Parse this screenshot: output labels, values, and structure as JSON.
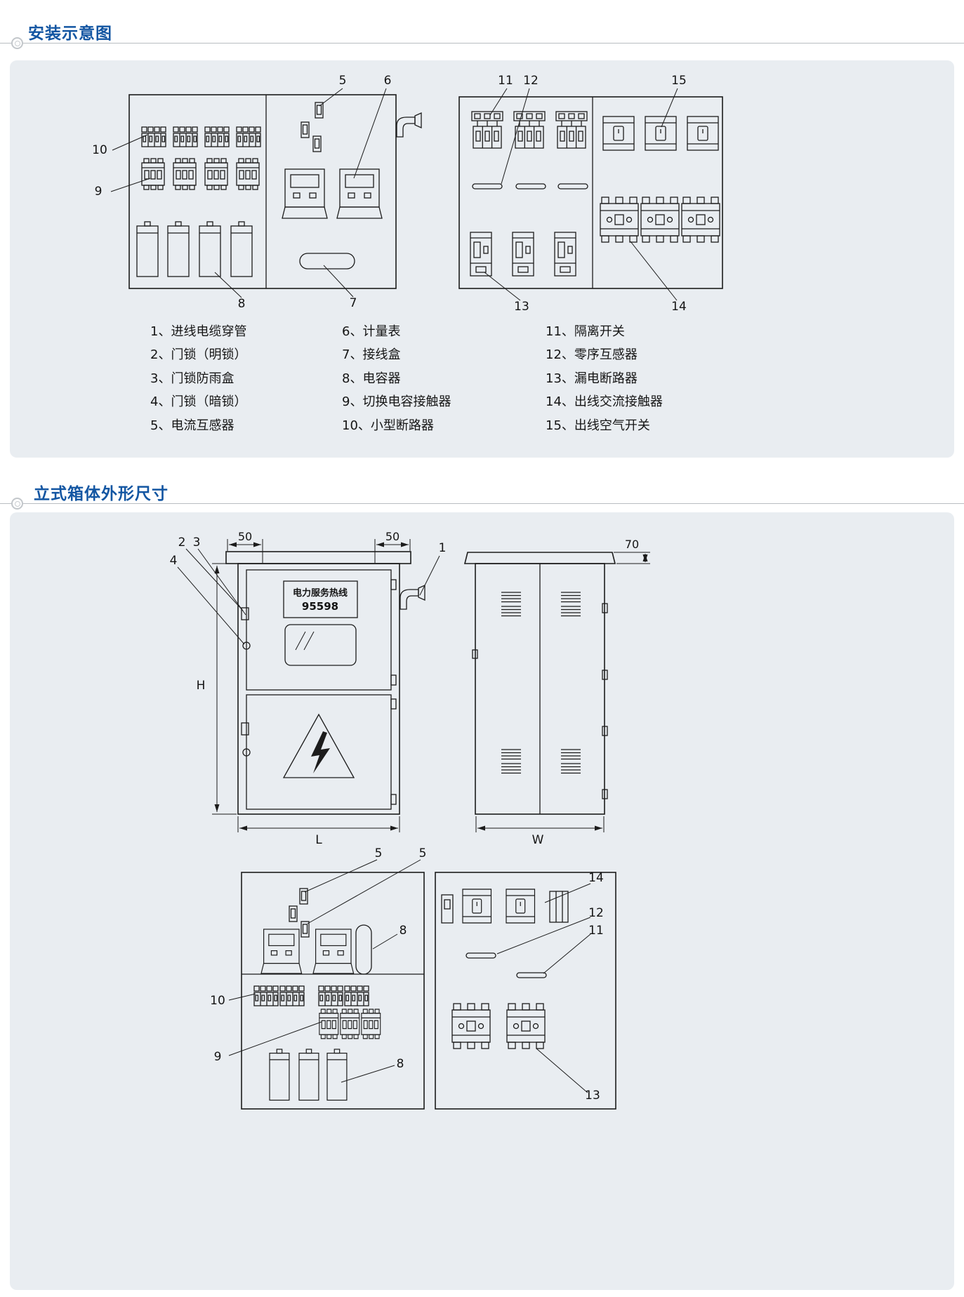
{
  "theme": {
    "accent_blue": "#1356a2",
    "panel_bg": "#e9edf1",
    "line_color": "#1c1c1c"
  },
  "sections": {
    "s1_title": "安装示意图",
    "s2_title": "立式箱体外形尺寸"
  },
  "legend": {
    "col1": [
      "1、进线电缆穿管",
      "2、门锁（明锁）",
      "3、门锁防雨盒",
      "4、门锁（暗锁）",
      "5、电流互感器"
    ],
    "col2": [
      "6、计量表",
      "7、接线盒",
      "8、电容器",
      "9、切换电容接触器",
      "10、小型断路器"
    ],
    "col3": [
      "11、隔离开关",
      "12、零序互感器",
      "13、漏电断路器",
      "14、出线交流接触器",
      "15、出线空气开关"
    ]
  },
  "callouts": {
    "n1": "1",
    "n2": "2",
    "n3": "3",
    "n4": "4",
    "n5": "5",
    "n6": "6",
    "n7": "7",
    "n8": "8",
    "n9": "9",
    "n10": "10",
    "n11": "11",
    "n12": "12",
    "n13": "13",
    "n14": "14",
    "n15": "15"
  },
  "dimensions": {
    "top_left": "50",
    "top_right": "50",
    "roof_side": "70",
    "height": "H",
    "length": "L",
    "width": "W"
  },
  "front_panel_sign": {
    "line1": "电力服务热线",
    "line2": "95598"
  }
}
